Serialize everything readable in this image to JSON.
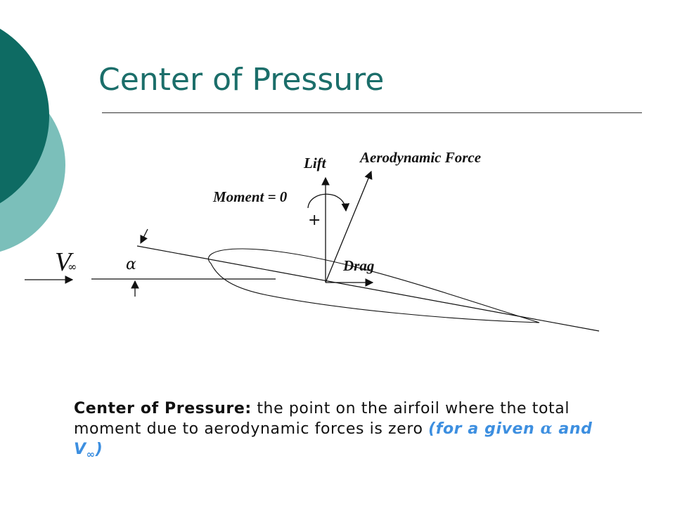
{
  "slide": {
    "title": "Center of Pressure"
  },
  "diagram": {
    "lift_label": "Lift",
    "aero_force_label": "Aerodynamic Force",
    "moment_label": "Moment = 0",
    "plus_sign": "+",
    "drag_label": "Drag",
    "freestream_symbol": "V",
    "freestream_subscript": "∞",
    "alpha_symbol": "α"
  },
  "caption": {
    "term": "Center of Pressure:",
    "definition": " the point on the airfoil where the total moment due to aerodynamic forces is zero ",
    "qualifier_start": "(for a given ",
    "qualifier_alpha": "α",
    "qualifier_and": " and V",
    "qualifier_inf": "∞",
    "qualifier_end": ")"
  },
  "colors": {
    "title": "#1b6e6a",
    "dark_teal": "#0e6b63",
    "light_teal": "#7bbfba",
    "highlight": "#3d8fe0"
  }
}
